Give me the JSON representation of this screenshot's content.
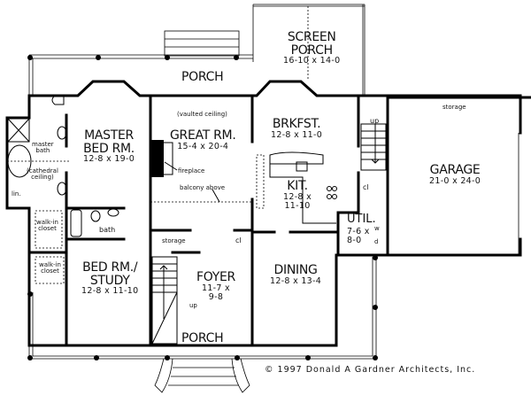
{
  "plan": {
    "rooms": {
      "screen_porch": {
        "name_line1": "SCREEN",
        "name_line2": "PORCH",
        "dims": "16-10 x 14-0"
      },
      "porch_rear": {
        "name": "PORCH"
      },
      "master_bed": {
        "name_line1": "MASTER",
        "name_line2": "BED RM.",
        "dims": "12-8 x 19-0"
      },
      "great_room": {
        "name": "GREAT RM.",
        "dims": "15-4 x 20-4",
        "note": "(vaulted ceiling)"
      },
      "brkfst": {
        "name": "BRKFST.",
        "dims": "12-8 x 11-0"
      },
      "kitchen": {
        "name": "KIT.",
        "dims_line1": "12-8 x",
        "dims_line2": "11-10"
      },
      "garage": {
        "name": "GARAGE",
        "dims": "21-0 x 24-0",
        "note": "storage"
      },
      "util": {
        "name": "UTIL.",
        "dims_line1": "7-6 x",
        "dims_line2": "8-0",
        "w": "w",
        "d": "d"
      },
      "bed_study": {
        "name_line1": "BED RM./",
        "name_line2": "STUDY",
        "dims": "12-8 x 11-10"
      },
      "foyer": {
        "name": "FOYER",
        "dims_line1": "11-7 x",
        "dims_line2": "9-8"
      },
      "dining": {
        "name": "DINING",
        "dims": "12-8 x 13-4"
      },
      "porch_front": {
        "name": "PORCH"
      }
    },
    "annotations": {
      "master_bath_1": "master",
      "master_bath_2": "bath",
      "cathedral_1": "(cathedral",
      "cathedral_2": "ceiling)",
      "linen": "lin.",
      "walkin_1a": "walk-in",
      "walkin_1b": "closet",
      "walkin_2a": "walk-in",
      "walkin_2b": "closet",
      "bath": "bath",
      "fireplace": "fireplace",
      "balcony": "balcony above",
      "storage_foyer": "storage",
      "closet_foyer": "cl",
      "closet_stair": "cl",
      "stair_up_rear": "up",
      "stair_up_front": "up"
    },
    "credit": "© 1997  Donald A Gardner Architects, Inc."
  }
}
